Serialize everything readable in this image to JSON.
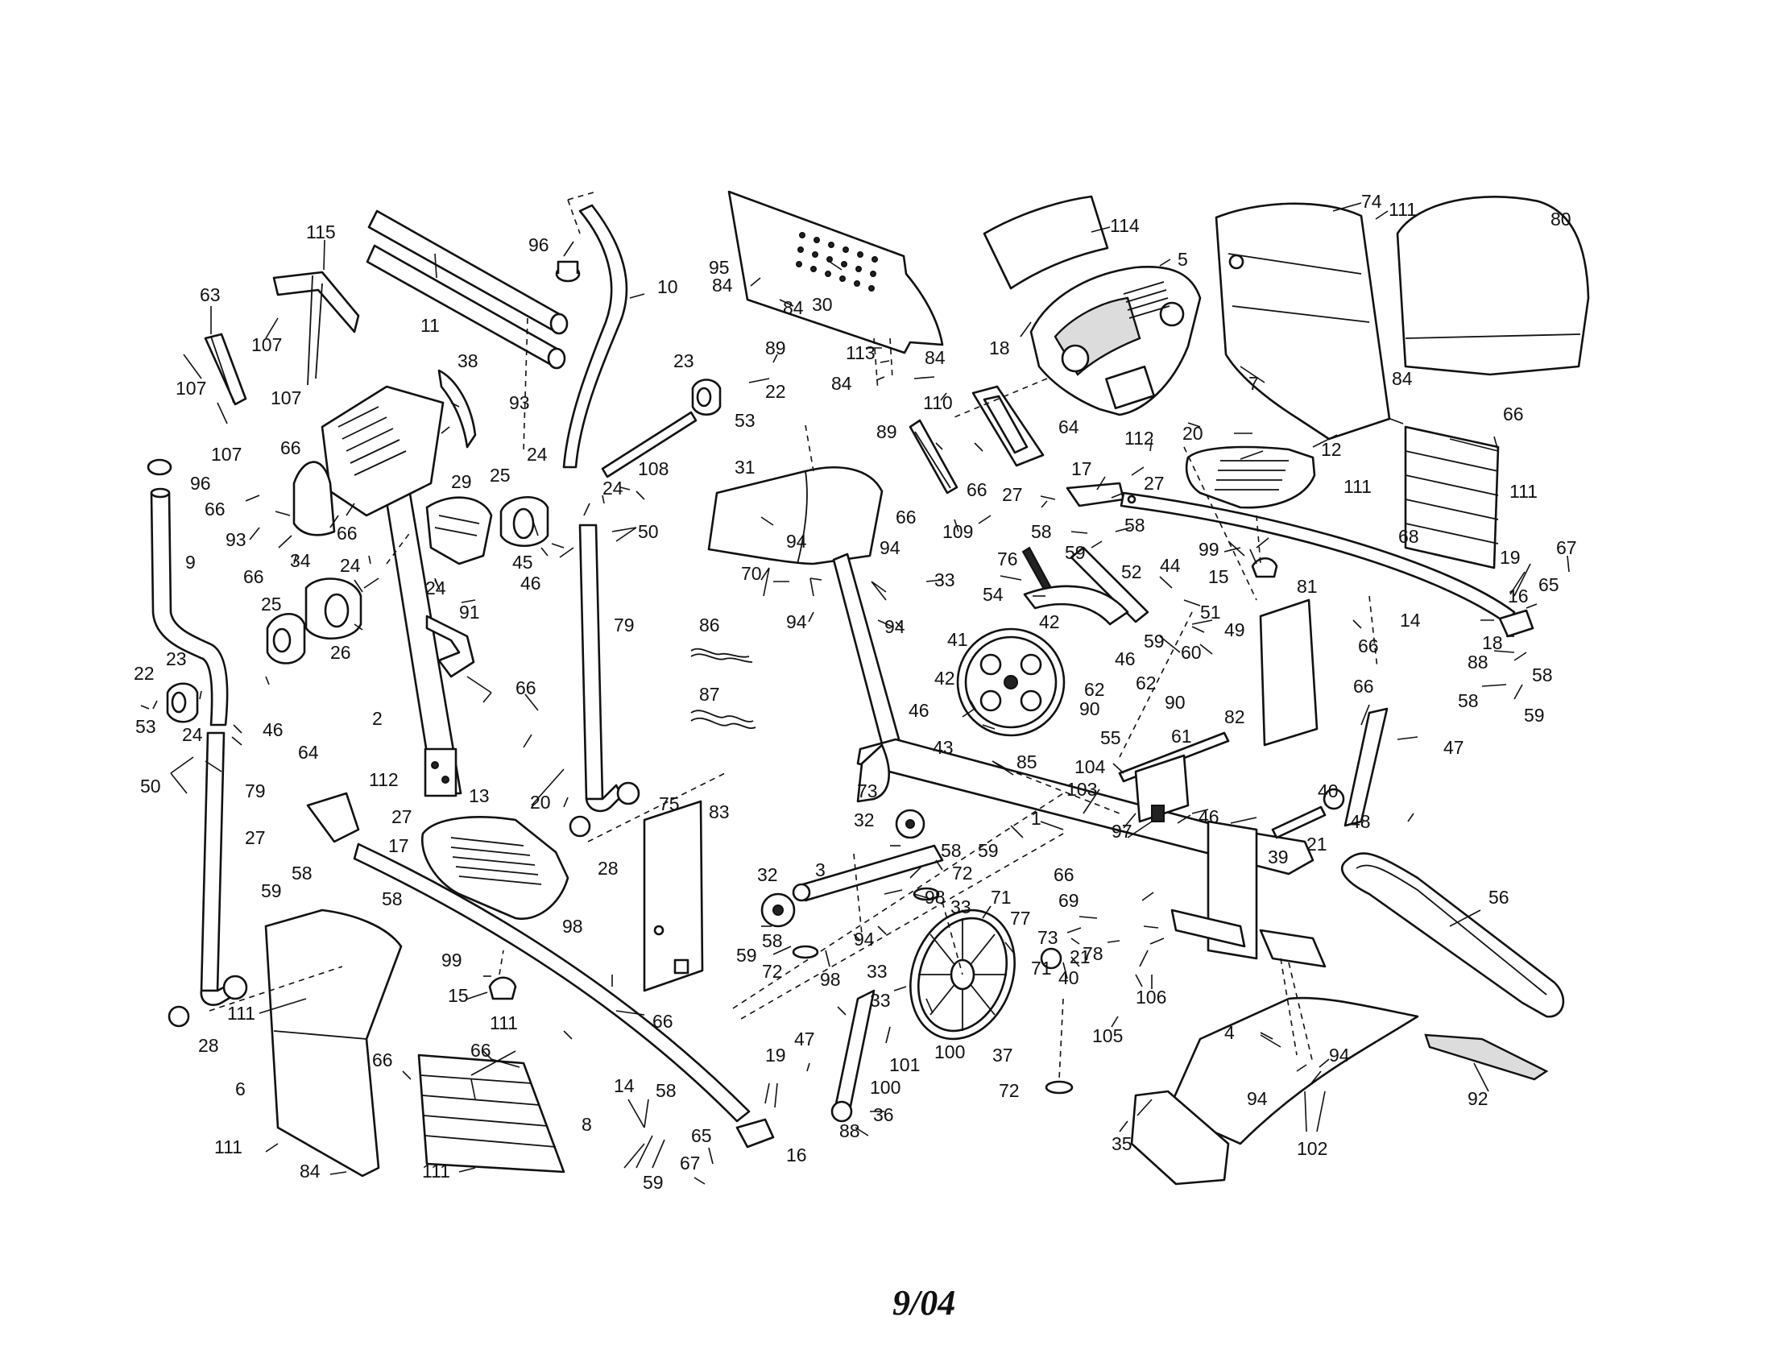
{
  "diagram": {
    "footer_date": "9/04",
    "callouts": [
      {
        "id": "c115",
        "text": "115"
      },
      {
        "id": "c63",
        "text": "63"
      },
      {
        "id": "c107a",
        "text": "107"
      },
      {
        "id": "c107b",
        "text": "107"
      },
      {
        "id": "c107c",
        "text": "107"
      },
      {
        "id": "c107d",
        "text": "107"
      },
      {
        "id": "c11",
        "text": "11"
      },
      {
        "id": "c96a",
        "text": "96"
      },
      {
        "id": "c10",
        "text": "10"
      },
      {
        "id": "c95",
        "text": "95"
      },
      {
        "id": "c84a",
        "text": "84"
      },
      {
        "id": "c84b",
        "text": "84"
      },
      {
        "id": "c89a",
        "text": "89"
      },
      {
        "id": "c30",
        "text": "30"
      },
      {
        "id": "c114",
        "text": "114"
      },
      {
        "id": "c74",
        "text": "74"
      },
      {
        "id": "c111a",
        "text": "111"
      },
      {
        "id": "c80",
        "text": "80"
      },
      {
        "id": "c5",
        "text": "5"
      },
      {
        "id": "c18a",
        "text": "18"
      },
      {
        "id": "c113",
        "text": "113"
      },
      {
        "id": "c84c",
        "text": "84"
      },
      {
        "id": "c84d",
        "text": "84"
      },
      {
        "id": "c89b",
        "text": "89"
      },
      {
        "id": "c7",
        "text": "7"
      },
      {
        "id": "c84e",
        "text": "84"
      },
      {
        "id": "c38",
        "text": "38"
      },
      {
        "id": "c93a",
        "text": "93"
      },
      {
        "id": "c23a",
        "text": "23"
      },
      {
        "id": "c22a",
        "text": "22"
      },
      {
        "id": "c53a",
        "text": "53"
      },
      {
        "id": "c108",
        "text": "108"
      },
      {
        "id": "c110",
        "text": "110"
      },
      {
        "id": "c64a",
        "text": "64"
      },
      {
        "id": "c112a",
        "text": "112"
      },
      {
        "id": "c20a",
        "text": "20"
      },
      {
        "id": "c12",
        "text": "12"
      },
      {
        "id": "c66a",
        "text": "66"
      },
      {
        "id": "c96b",
        "text": "96"
      },
      {
        "id": "c66b",
        "text": "66"
      },
      {
        "id": "c66c",
        "text": "66"
      },
      {
        "id": "c93b",
        "text": "93"
      },
      {
        "id": "c66d",
        "text": "66"
      },
      {
        "id": "c34",
        "text": "34"
      },
      {
        "id": "c66e",
        "text": "66"
      },
      {
        "id": "c29",
        "text": "29"
      },
      {
        "id": "c25a",
        "text": "25"
      },
      {
        "id": "c24a",
        "text": "24"
      },
      {
        "id": "c24b",
        "text": "24"
      },
      {
        "id": "c31",
        "text": "31"
      },
      {
        "id": "c66f",
        "text": "66"
      },
      {
        "id": "c109",
        "text": "109"
      },
      {
        "id": "c66g",
        "text": "66"
      },
      {
        "id": "c17a",
        "text": "17"
      },
      {
        "id": "c27a",
        "text": "27"
      },
      {
        "id": "c27b",
        "text": "27"
      },
      {
        "id": "c111b",
        "text": "111"
      },
      {
        "id": "c68",
        "text": "68"
      },
      {
        "id": "c111c",
        "text": "111"
      },
      {
        "id": "c9",
        "text": "9"
      },
      {
        "id": "c45",
        "text": "45"
      },
      {
        "id": "c46a",
        "text": "46"
      },
      {
        "id": "c50a",
        "text": "50"
      },
      {
        "id": "c58a",
        "text": "58"
      },
      {
        "id": "c58b",
        "text": "58"
      },
      {
        "id": "c59a",
        "text": "59"
      },
      {
        "id": "c99a",
        "text": "99"
      },
      {
        "id": "c15a",
        "text": "15"
      },
      {
        "id": "c24c",
        "text": "24"
      },
      {
        "id": "c24d",
        "text": "24"
      },
      {
        "id": "c26",
        "text": "26"
      },
      {
        "id": "c94a",
        "text": "94"
      },
      {
        "id": "c94b",
        "text": "94"
      },
      {
        "id": "c70",
        "text": "70"
      },
      {
        "id": "c33a",
        "text": "33"
      },
      {
        "id": "c94c",
        "text": "94"
      },
      {
        "id": "c94d",
        "text": "94"
      },
      {
        "id": "c76",
        "text": "76"
      },
      {
        "id": "c54",
        "text": "54"
      },
      {
        "id": "c52",
        "text": "52"
      },
      {
        "id": "c44",
        "text": "44"
      },
      {
        "id": "c51",
        "text": "51"
      },
      {
        "id": "c49",
        "text": "49"
      },
      {
        "id": "c60",
        "text": "60"
      },
      {
        "id": "c59b",
        "text": "59"
      },
      {
        "id": "c14a",
        "text": "14"
      },
      {
        "id": "c19a",
        "text": "19"
      },
      {
        "id": "c67a",
        "text": "67"
      },
      {
        "id": "c65a",
        "text": "65"
      },
      {
        "id": "c16a",
        "text": "16"
      },
      {
        "id": "c79a",
        "text": "79"
      },
      {
        "id": "c86",
        "text": "86"
      },
      {
        "id": "c81",
        "text": "81"
      },
      {
        "id": "c66h",
        "text": "66"
      },
      {
        "id": "c18b",
        "text": "18"
      },
      {
        "id": "c88a",
        "text": "88"
      },
      {
        "id": "c58c",
        "text": "58"
      },
      {
        "id": "c58d",
        "text": "58"
      },
      {
        "id": "c59c",
        "text": "59"
      },
      {
        "id": "c22b",
        "text": "22"
      },
      {
        "id": "c23b",
        "text": "23"
      },
      {
        "id": "c25b",
        "text": "25"
      },
      {
        "id": "c41",
        "text": "41"
      },
      {
        "id": "c42a",
        "text": "42"
      },
      {
        "id": "c46b",
        "text": "46"
      },
      {
        "id": "c62a",
        "text": "62"
      },
      {
        "id": "c62b",
        "text": "62"
      },
      {
        "id": "c90a",
        "text": "90"
      },
      {
        "id": "c90b",
        "text": "90"
      },
      {
        "id": "c91",
        "text": "91"
      },
      {
        "id": "c66i",
        "text": "66"
      },
      {
        "id": "c46c",
        "text": "46"
      },
      {
        "id": "c87",
        "text": "87"
      },
      {
        "id": "c42b",
        "text": "42"
      },
      {
        "id": "c46d",
        "text": "46"
      },
      {
        "id": "c43",
        "text": "43"
      },
      {
        "id": "c55",
        "text": "55"
      },
      {
        "id": "c61",
        "text": "61"
      },
      {
        "id": "c66j",
        "text": "66"
      },
      {
        "id": "c82",
        "text": "82"
      },
      {
        "id": "c53b",
        "text": "53"
      },
      {
        "id": "c24e",
        "text": "24"
      },
      {
        "id": "c50b",
        "text": "50"
      },
      {
        "id": "c2",
        "text": "2"
      },
      {
        "id": "c64b",
        "text": "64"
      },
      {
        "id": "c112b",
        "text": "112"
      },
      {
        "id": "c47a",
        "text": "47"
      },
      {
        "id": "c85",
        "text": "85"
      },
      {
        "id": "c79b",
        "text": "79"
      },
      {
        "id": "c27c",
        "text": "27"
      },
      {
        "id": "c20b",
        "text": "20"
      },
      {
        "id": "c13",
        "text": "13"
      },
      {
        "id": "c75",
        "text": "75"
      },
      {
        "id": "c83",
        "text": "83"
      },
      {
        "id": "c104",
        "text": "104"
      },
      {
        "id": "c103",
        "text": "103"
      },
      {
        "id": "c73a",
        "text": "73"
      },
      {
        "id": "c1",
        "text": "1"
      },
      {
        "id": "c40a",
        "text": "40"
      },
      {
        "id": "c48",
        "text": "48"
      },
      {
        "id": "c97",
        "text": "97"
      },
      {
        "id": "c46e",
        "text": "46"
      },
      {
        "id": "c27d",
        "text": "27"
      },
      {
        "id": "c17b",
        "text": "17"
      },
      {
        "id": "c32a",
        "text": "32"
      },
      {
        "id": "c58e",
        "text": "58"
      },
      {
        "id": "c59d",
        "text": "59"
      },
      {
        "id": "c21a",
        "text": "21"
      },
      {
        "id": "c39",
        "text": "39"
      },
      {
        "id": "c28a",
        "text": "28"
      },
      {
        "id": "c58f",
        "text": "58"
      },
      {
        "id": "c59e",
        "text": "59"
      },
      {
        "id": "c58g",
        "text": "58"
      },
      {
        "id": "c72a",
        "text": "72"
      },
      {
        "id": "c3",
        "text": "3"
      },
      {
        "id": "c71a",
        "text": "71"
      },
      {
        "id": "c66k",
        "text": "66"
      },
      {
        "id": "c69",
        "text": "69"
      },
      {
        "id": "c56",
        "text": "56"
      },
      {
        "id": "c32b",
        "text": "32"
      },
      {
        "id": "c98a",
        "text": "98"
      },
      {
        "id": "c33b",
        "text": "33"
      },
      {
        "id": "c77",
        "text": "77"
      },
      {
        "id": "c73b",
        "text": "73"
      },
      {
        "id": "c78",
        "text": "78"
      },
      {
        "id": "c98b",
        "text": "98"
      },
      {
        "id": "c58h",
        "text": "58"
      },
      {
        "id": "c94e",
        "text": "94"
      },
      {
        "id": "c59f",
        "text": "59"
      },
      {
        "id": "c72b",
        "text": "72"
      },
      {
        "id": "c98c",
        "text": "98"
      },
      {
        "id": "c33c",
        "text": "33"
      },
      {
        "id": "c71b",
        "text": "71"
      },
      {
        "id": "c21b",
        "text": "21"
      },
      {
        "id": "c40b",
        "text": "40"
      },
      {
        "id": "c106",
        "text": "106"
      },
      {
        "id": "c99b",
        "text": "99"
      },
      {
        "id": "c15b",
        "text": "15"
      },
      {
        "id": "c111d",
        "text": "111"
      },
      {
        "id": "c111e",
        "text": "111"
      },
      {
        "id": "c66l",
        "text": "66"
      },
      {
        "id": "c66m",
        "text": "66"
      },
      {
        "id": "c28b",
        "text": "28"
      },
      {
        "id": "c66n",
        "text": "66"
      },
      {
        "id": "c33d",
        "text": "33"
      },
      {
        "id": "c100a",
        "text": "100"
      },
      {
        "id": "c37",
        "text": "37"
      },
      {
        "id": "c101",
        "text": "101"
      },
      {
        "id": "c105",
        "text": "105"
      },
      {
        "id": "c4",
        "text": "4"
      },
      {
        "id": "c94f",
        "text": "94"
      },
      {
        "id": "c92",
        "text": "92"
      },
      {
        "id": "c6",
        "text": "6"
      },
      {
        "id": "c8",
        "text": "8"
      },
      {
        "id": "c14b",
        "text": "14"
      },
      {
        "id": "c19b",
        "text": "19"
      },
      {
        "id": "c47b",
        "text": "47"
      },
      {
        "id": "c100b",
        "text": "100"
      },
      {
        "id": "c36",
        "text": "36"
      },
      {
        "id": "c88b",
        "text": "88"
      },
      {
        "id": "c72c",
        "text": "72"
      },
      {
        "id": "c94g",
        "text": "94"
      },
      {
        "id": "c58i",
        "text": "58"
      },
      {
        "id": "c65b",
        "text": "65"
      },
      {
        "id": "c111f",
        "text": "111"
      },
      {
        "id": "c84f",
        "text": "84"
      },
      {
        "id": "c111g",
        "text": "111"
      },
      {
        "id": "c59g",
        "text": "59"
      },
      {
        "id": "c67b",
        "text": "67"
      },
      {
        "id": "c16b",
        "text": "16"
      },
      {
        "id": "c35",
        "text": "35"
      },
      {
        "id": "c102",
        "text": "102"
      }
    ]
  }
}
